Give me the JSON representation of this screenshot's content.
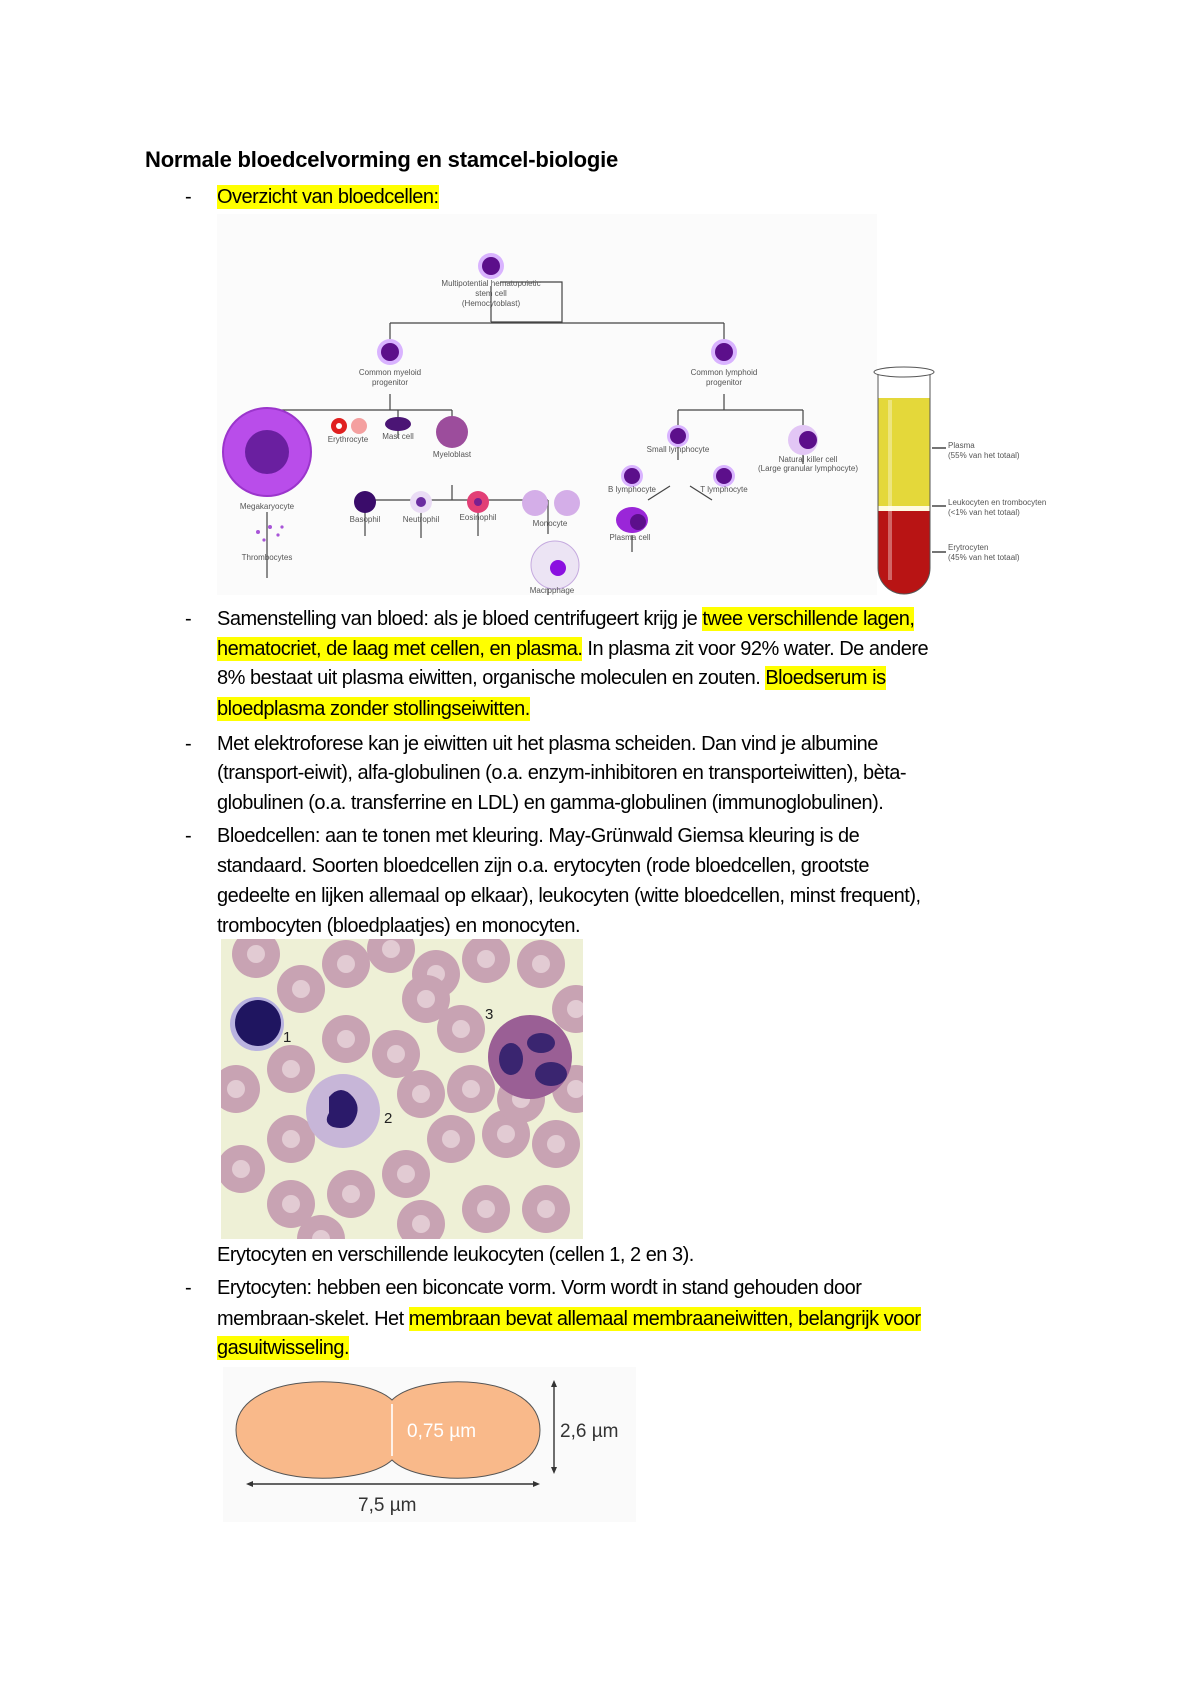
{
  "title": "Normale bloedcelvorming en stamcel-biologie",
  "bullet_symbol": "-",
  "colors": {
    "highlight": "#ffff00",
    "plasma": "#e4d83a",
    "erythrocytes": "#b81414",
    "rbc_shape": "#f9b98a"
  },
  "overview": {
    "text": "Overzicht van bloedcellen:"
  },
  "diagram": {
    "stem_cell": [
      "Multipotential hematopoietic",
      "stem cell",
      "(Hemocytoblast)"
    ],
    "myeloid": [
      "Common myeloid",
      "progenitor"
    ],
    "lymphoid": [
      "Common lymphoid",
      "progenitor"
    ],
    "megakaryocyte": "Megakaryocyte",
    "thrombocytes": "Thrombocytes",
    "erythrocyte": "Erythrocyte",
    "mast_cell": "Mast cell",
    "myeloblast": "Myeloblast",
    "basophil": "Basophil",
    "neutrophil": "Neutrophil",
    "eosinophil": "Eosinophil",
    "monocyte": "Monocyte",
    "macrophage": "Macrophage",
    "small_lymphocyte": "Small lymphocyte",
    "nk_cell": [
      "Natural killer cell",
      "(Large granular lymphocyte)"
    ],
    "b_lymphocyte": "B lymphocyte",
    "t_lymphocyte": "T lymphocyte",
    "plasma_cell": "Plasma cell"
  },
  "tube": {
    "plasma": [
      "Plasma",
      "(55% van het totaal)"
    ],
    "buffy": [
      "Leukocyten en trombocyten",
      "(<1% van het totaal)"
    ],
    "erythrocytes": [
      "Erytrocyten",
      "(45% van het totaal)"
    ]
  },
  "paragraphs": [
    {
      "lines": [
        [
          {
            "text": "Samenstelling van bloed: als je bloed centrifugeert krijg je ",
            "hl": false
          },
          {
            "text": "twee verschillende lagen,",
            "hl": true
          }
        ],
        [
          {
            "text": "hematocriet, de laag met cellen, en plasma.",
            "hl": true
          },
          {
            "text": " In plasma zit voor 92% water. De andere",
            "hl": false
          }
        ],
        [
          {
            "text": "8% bestaat uit plasma eiwitten, organische moleculen en zouten. ",
            "hl": false
          },
          {
            "text": "Bloedserum is",
            "hl": true
          }
        ],
        [
          {
            "text": "bloedplasma zonder stollingseiwitten.",
            "hl": true
          }
        ]
      ]
    },
    {
      "lines": [
        [
          {
            "text": "Met elektroforese kan je eiwitten uit het plasma scheiden. Dan vind je albumine"
          }
        ],
        [
          {
            "text": "(transport-eiwit), alfa-globulinen (o.a. enzym-inhibitoren en transporteiwitten), bèta-"
          }
        ],
        [
          {
            "text": "globulinen (o.a. transferrine en LDL) en gamma-globulinen (immunoglobulinen)."
          }
        ]
      ]
    },
    {
      "lines": [
        [
          {
            "text": "Bloedcellen: aan te tonen met kleuring. May-Grünwald Giemsa kleuring is de"
          }
        ],
        [
          {
            "text": "standaard. Soorten bloedcellen zijn o.a. erytocyten (rode bloedcellen, grootste"
          }
        ],
        [
          {
            "text": "gedeelte en lijken allemaal op elkaar), leukocyten (witte bloedcellen, minst frequent),"
          }
        ],
        [
          {
            "text": "trombocyten (bloedplaatjes) en monocyten."
          }
        ]
      ]
    }
  ],
  "micrograph": {
    "labels": [
      "1",
      "2",
      "3"
    ],
    "caption": "Erytocyten en verschillende leukocyten (cellen 1, 2 en 3)."
  },
  "erythrocytes_paragraph": {
    "lines": [
      [
        {
          "text": "Erytocyten: hebben een biconcate vorm. Vorm wordt in stand gehouden door",
          "hl": false
        }
      ],
      [
        {
          "text": "membraan-skelet. Het ",
          "hl": false
        },
        {
          "text": "membraan bevat allemaal membraaneiwitten, belangrijk voor",
          "hl": true
        }
      ],
      [
        {
          "text": "gasuitwisseling.",
          "hl": true
        }
      ]
    ]
  },
  "rbc_shape": {
    "thickness_center": "0,75 µm",
    "thickness": "2,6 µm",
    "diameter": "7,5 µm"
  }
}
